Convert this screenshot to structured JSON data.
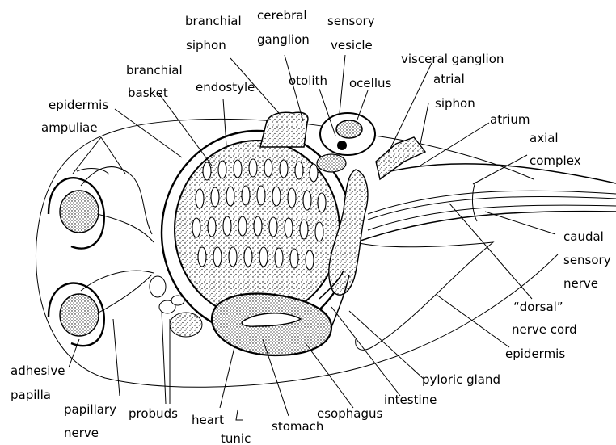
{
  "labels": {
    "branchial_siphon_1": "branchial",
    "branchial_siphon_2": "siphon",
    "cerebral_ganglion_1": "cerebral",
    "cerebral_ganglion_2": "ganglion",
    "sensory_vesicle_1": "sensory",
    "sensory_vesicle_2": "vesicle",
    "visceral_ganglion": "visceral ganglion",
    "branchial_basket_1": "branchial",
    "branchial_basket_2": "basket",
    "endostyle": "endostyle",
    "otolith": "otolith",
    "ocellus": "ocellus",
    "atrial_siphon_1": "atrial",
    "atrial_siphon_2": "siphon",
    "epidermis_top": "epidermis",
    "ampuliae": "ampuliae",
    "atrium": "atrium",
    "axial_complex_1": "axial",
    "axial_complex_2": "complex",
    "caudal_sensory_nerve_1": "caudal",
    "caudal_sensory_nerve_2": "sensory",
    "caudal_sensory_nerve_3": "nerve",
    "dorsal_nerve_cord_1": "“dorsal”",
    "dorsal_nerve_cord_2": "nerve cord",
    "epidermis_bottom": "epidermis",
    "pyloric_gland": "pyloric gland",
    "intestine": "intestine",
    "esophagus": "esophagus",
    "stomach": "stomach",
    "heart": "heart",
    "tunic": "tunic",
    "probuds": "probuds",
    "papillary_nerve_1": "papillary",
    "papillary_nerve_2": "nerve",
    "adhesive_papilla_1": "adhesive",
    "adhesive_papilla_2": "papilla"
  }
}
